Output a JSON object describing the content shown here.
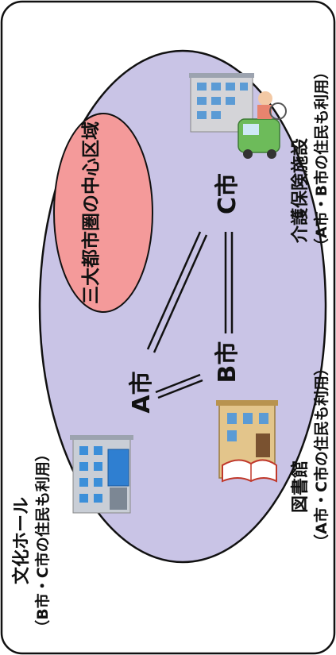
{
  "diagram": {
    "central_area": "三大都市圏の中心区域",
    "cities": {
      "a": "A市",
      "b": "B市",
      "c": "C市"
    },
    "facilities": {
      "care": {
        "name": "介護保険施設",
        "users": "（A市・B市の住民も利用）",
        "icon": "care-facility-icon"
      },
      "library": {
        "name": "図書館",
        "users": "（A市・C市の住民も利用）",
        "icon": "library-icon"
      },
      "hall": {
        "name": "文化ホール",
        "users": "（B市・C市の住民も利用）",
        "icon": "culture-hall-icon"
      }
    },
    "colors": {
      "ellipse": "#c9c4e6",
      "center": "#f49a9a",
      "outline": "#111111"
    }
  }
}
